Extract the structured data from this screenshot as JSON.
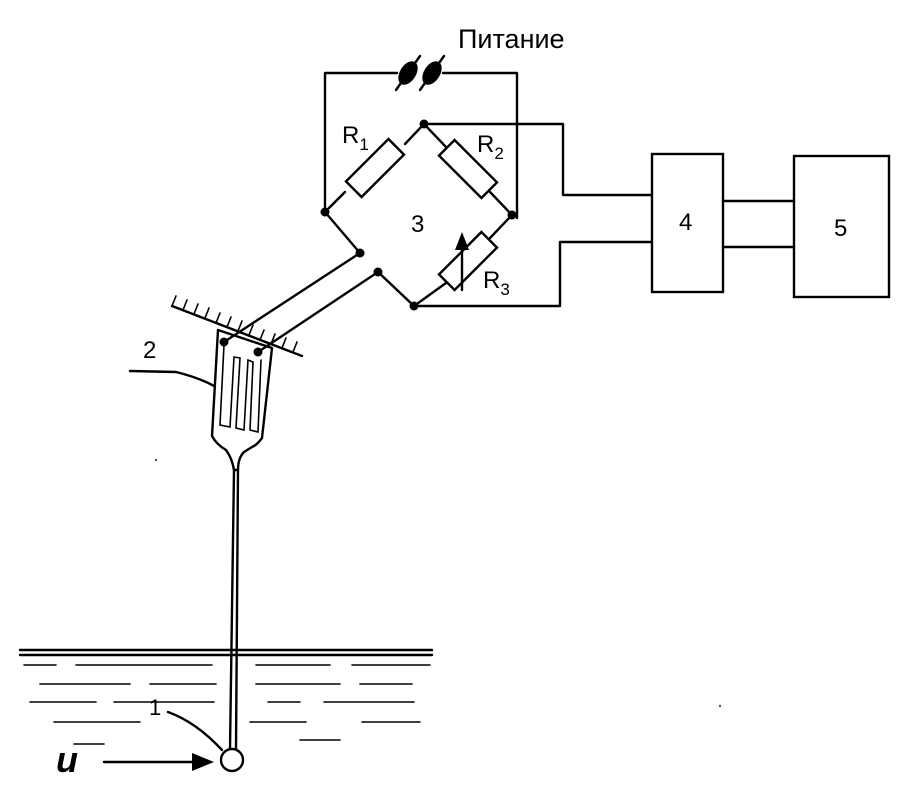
{
  "labels": {
    "power": "Питание",
    "r1_letter": "R",
    "r1_sub": "1",
    "r2_letter": "R",
    "r2_sub": "2",
    "r3_letter": "R",
    "r3_sub": "3",
    "bridge": "3",
    "block4": "4",
    "block5": "5",
    "sensor": "2",
    "probe": "1",
    "velocity": "u"
  }
}
